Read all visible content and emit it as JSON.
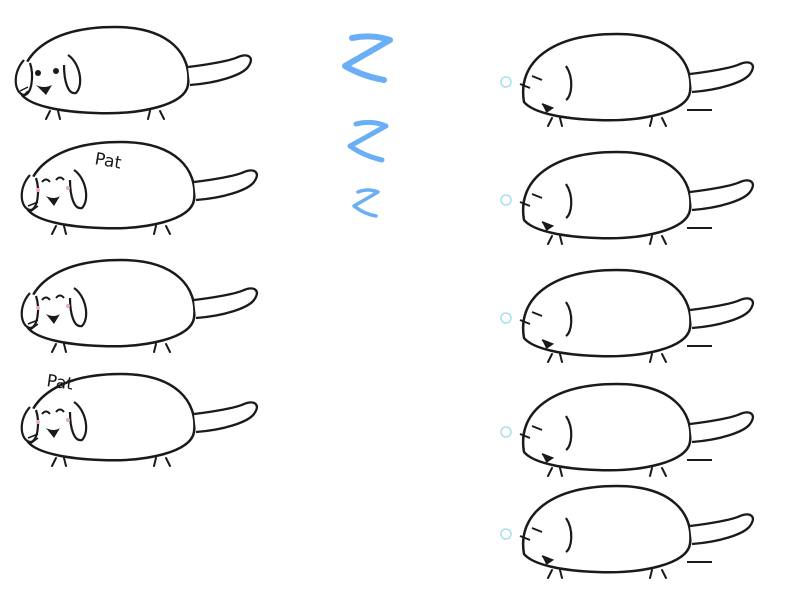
{
  "colors": {
    "outline": "#1a1a1a",
    "body_fill": "#ffffff",
    "zzz": "#6aaef5",
    "blush": "#f4a9b8",
    "snot_bubble": "#a8dff0"
  },
  "left_column": {
    "frames": [
      {
        "face": "awake",
        "text": ""
      },
      {
        "face": "happy",
        "text": "Pat"
      },
      {
        "face": "happy",
        "text": ""
      },
      {
        "face": "happy",
        "text": "Pat"
      }
    ]
  },
  "zzz": {
    "letters": [
      "Z",
      "Z",
      "Z"
    ]
  },
  "right_column": {
    "frames": [
      {
        "face": "sleeping"
      },
      {
        "face": "sleeping"
      },
      {
        "face": "sleeping"
      },
      {
        "face": "sleeping"
      },
      {
        "face": "sleeping"
      }
    ]
  }
}
